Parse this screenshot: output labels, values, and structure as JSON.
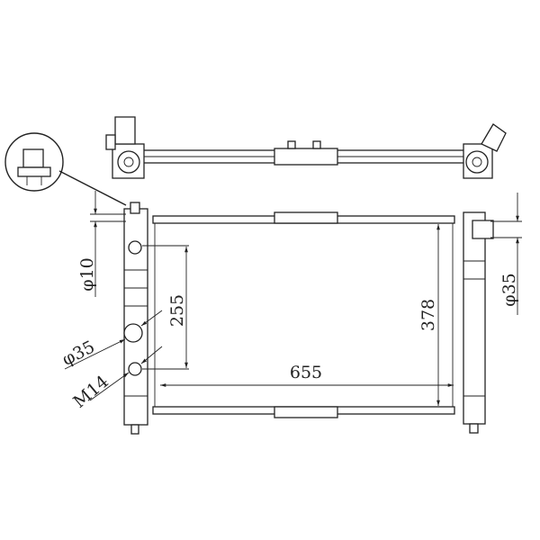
{
  "drawing": {
    "dimensions": {
      "width": "655",
      "height": "378",
      "inlet_spacing": "255",
      "vent_diameter": "φ10",
      "left_pipe_diameter": "φ35",
      "right_pipe_diameter": "φ35",
      "drain_thread": "M14"
    },
    "line_color": "#222222",
    "background": "#ffffff"
  }
}
